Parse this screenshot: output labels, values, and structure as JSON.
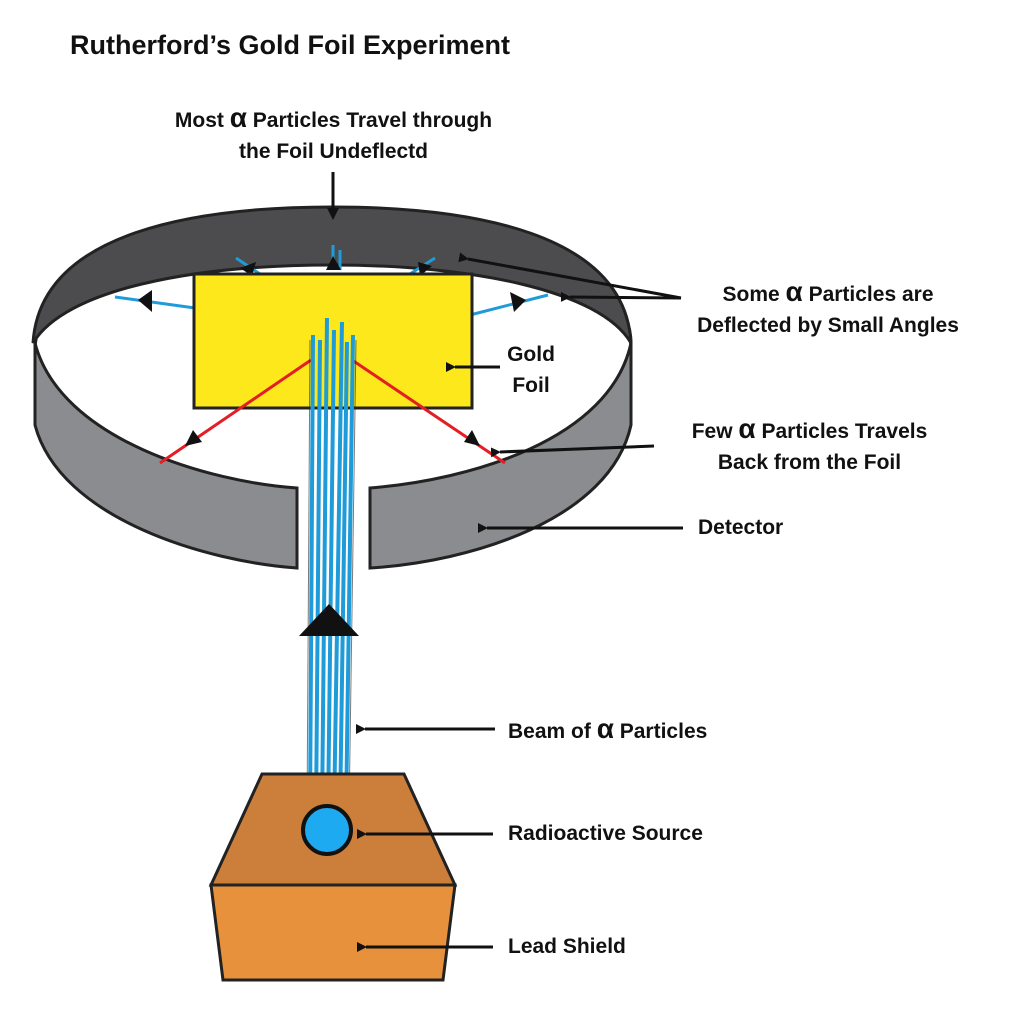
{
  "title": "Rutherford’s Gold Foil Experiment",
  "alpha_symbol": "α",
  "labels": {
    "undeflected": {
      "line1_pre": "Most ",
      "line1_post": " Particles Travel through",
      "line2": "the Foil Undeflectd"
    },
    "small_angles": {
      "line1_pre": "Some ",
      "line1_post": " Particles are",
      "line2": "Deflected by Small Angles"
    },
    "gold_foil": {
      "line1": "Gold",
      "line2": "Foil"
    },
    "back": {
      "line1_pre": "Few ",
      "line1_post": " Particles Travels",
      "line2": "Back from the Foil"
    },
    "detector": "Detector",
    "beam_pre": "Beam of ",
    "beam_post": " Particles",
    "source": "Radioactive Source",
    "shield": "Lead Shield"
  },
  "colors": {
    "detector_outer": "#8a8c8f",
    "detector_inner": "#4c4c4e",
    "gold_foil": "#fde81c",
    "beam": "#1e9bd8",
    "deflected": "#e31e24",
    "shield_top": "#cc7f3b",
    "shield_front": "#e8913c",
    "source": "#1eaaf0"
  }
}
